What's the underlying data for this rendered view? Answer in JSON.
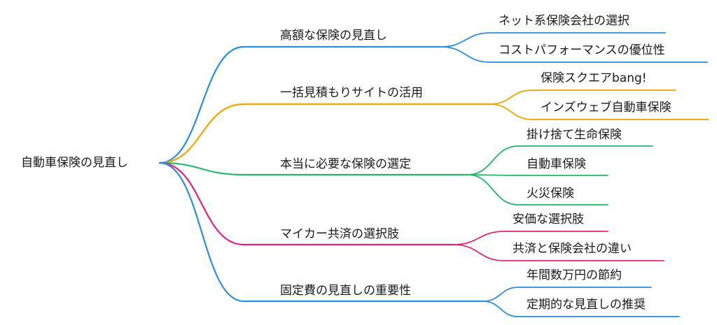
{
  "root": {
    "label": "自動車保険の見直し"
  },
  "colors": {
    "blue": "#2a8de0",
    "orange": "#f0a500",
    "green": "#26b86a",
    "pink": "#e8207a"
  },
  "branches": [
    {
      "label": "高額な保険の見直し",
      "color": "#2a8de0",
      "children": [
        {
          "label": "ネット系保険会社の選択"
        },
        {
          "label": "コストパフォーマンスの優位性"
        }
      ]
    },
    {
      "label": "一括見積もりサイトの活用",
      "color": "#f0a500",
      "children": [
        {
          "label": "保険スクエアbang!"
        },
        {
          "label": "インズウェブ自動車保険"
        }
      ]
    },
    {
      "label": "本当に必要な保険の選定",
      "color": "#26b86a",
      "children": [
        {
          "label": "掛け捨て生命保険"
        },
        {
          "label": "自動車保険"
        },
        {
          "label": "火災保険"
        }
      ]
    },
    {
      "label": "マイカー共済の選択肢",
      "color": "#e8207a",
      "children": [
        {
          "label": "安価な選択肢"
        },
        {
          "label": "共済と保険会社の違い"
        }
      ]
    },
    {
      "label": "固定費の見直しの重要性",
      "color": "#2a8de0",
      "children": [
        {
          "label": "年間数万円の節約"
        },
        {
          "label": "定期的な見直しの推奨"
        }
      ]
    }
  ]
}
